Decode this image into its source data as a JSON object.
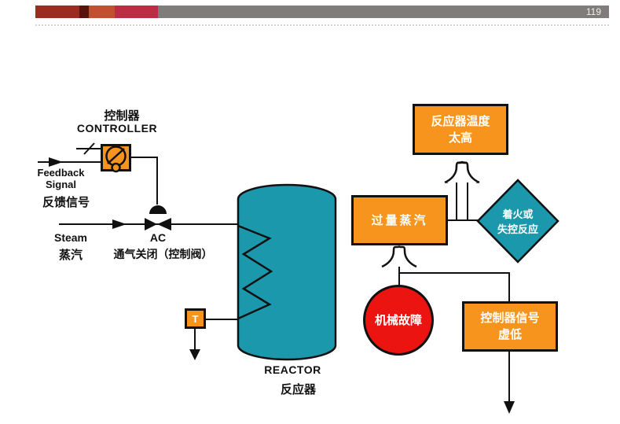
{
  "header": {
    "page_number": "119"
  },
  "colors": {
    "accent_orange": "#f7941e",
    "accent_teal": "#1b98ac",
    "accent_red": "#ec1410",
    "bar_gray": "#7f7c7b",
    "bar_blocks": [
      "#9e2b20",
      "#5a120d",
      "#c14f30",
      "#be2b45"
    ]
  },
  "process": {
    "controller": {
      "label_cn": "控制器",
      "label_en": "CONTROLLER"
    },
    "feedback": {
      "line1": "Feedback",
      "line2": "Signal",
      "cn": "反馈信号"
    },
    "steam": {
      "en": "Steam",
      "cn": "蒸汽"
    },
    "valve": {
      "label": "AC",
      "desc": "通气关闭（控制阀）"
    },
    "sensor": {
      "label": "T"
    },
    "reactor": {
      "en": "REACTOR",
      "cn": "反应器"
    }
  },
  "fault_tree": {
    "top_event": {
      "line1": "反应器温度",
      "line2": "太高"
    },
    "excess_steam": {
      "line1": "过量蒸汽"
    },
    "fire_runaway": {
      "line1": "着火或",
      "line2": "失控反应"
    },
    "mechanical_failure": {
      "line1": "机械故障"
    },
    "controller_signal_low": {
      "line1": "控制器信号",
      "line2": "虚低"
    }
  }
}
